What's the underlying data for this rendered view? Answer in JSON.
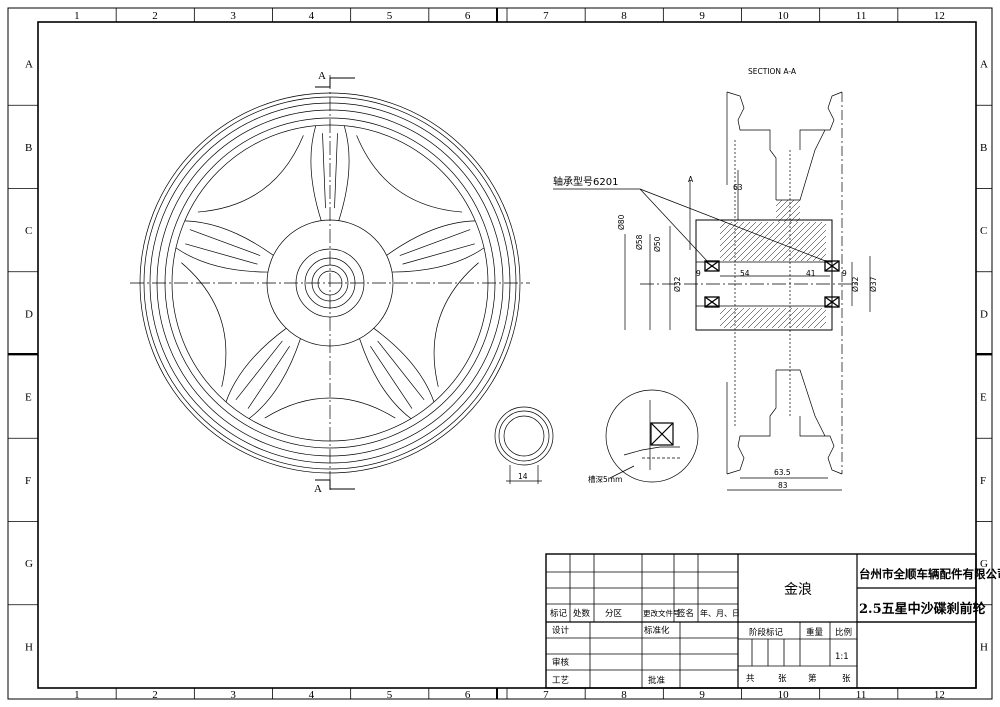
{
  "sheet": {
    "zone_columns": [
      "1",
      "2",
      "3",
      "4",
      "5",
      "6",
      "7",
      "8",
      "9",
      "10",
      "11",
      "12"
    ],
    "zone_rows": [
      "A",
      "B",
      "C",
      "D",
      "E",
      "F",
      "G",
      "H"
    ]
  },
  "front_view": {
    "section_marker": "A"
  },
  "section_view": {
    "title": "SECTION A-A",
    "bearing_callout": "轴承型号6201",
    "dims": {
      "d63": "63",
      "d80": "Ø80",
      "d58": "Ø58",
      "d50": "Ø50",
      "d32_left": "Ø32",
      "d32_right": "Ø32",
      "d37": "Ø37",
      "w9_left": "9",
      "w54": "54",
      "w41": "41",
      "w9_right": "9",
      "w63_5": "63.5",
      "w83": "83",
      "mark_a": "A"
    }
  },
  "ring_detail": {
    "width_dim": "14"
  },
  "detail_view": {
    "note": "槽深5mm"
  },
  "title_block": {
    "labels": {
      "mark": "标记",
      "count": "处数",
      "zone": "分区",
      "change_doc": "更改文件号",
      "sign": "签名",
      "date": "年、月、日",
      "design": "设计",
      "standard": "标准化",
      "review": "审核",
      "process": "工艺",
      "approve": "批准",
      "stage": "阶段标记",
      "weight": "重量",
      "scale": "比例",
      "total": "共",
      "sheets": "张",
      "no": "第",
      "sheet2": "张"
    },
    "brand": "金浪",
    "scale_value": "1:1",
    "company": "台州市全顺车辆配件有限公司",
    "drawing_name": "2.5五星中沙碟刹前轮"
  }
}
